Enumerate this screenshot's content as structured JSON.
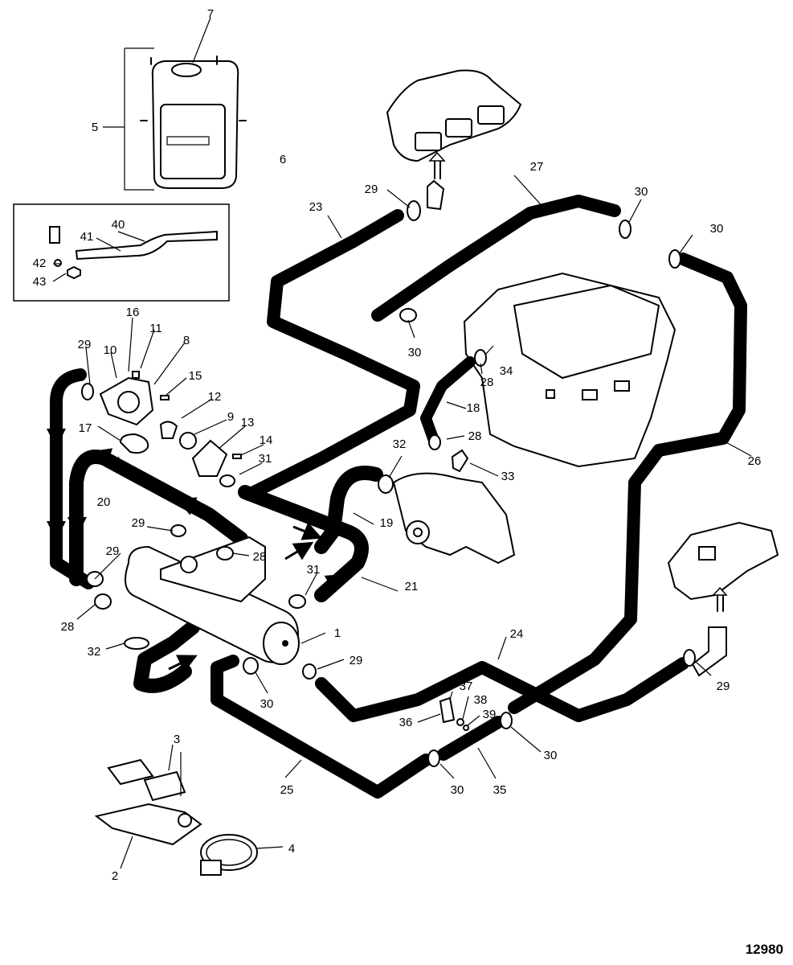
{
  "diagram": {
    "reference_number": "12980",
    "callouts": [
      "1",
      "2",
      "3",
      "4",
      "5",
      "6",
      "7",
      "8",
      "9",
      "10",
      "11",
      "12",
      "13",
      "14",
      "15",
      "16",
      "17",
      "18",
      "19",
      "20",
      "21",
      "23",
      "24",
      "25",
      "26",
      "27",
      "28",
      "29",
      "30",
      "31",
      "32",
      "33",
      "34",
      "35",
      "36",
      "37",
      "38",
      "39",
      "40",
      "41",
      "42",
      "43"
    ],
    "callout_instances": [
      {
        "text": "7"
      },
      {
        "text": "5"
      },
      {
        "text": "6"
      },
      {
        "text": "27"
      },
      {
        "text": "30"
      },
      {
        "text": "29"
      },
      {
        "text": "23"
      },
      {
        "text": "30"
      },
      {
        "text": "40"
      },
      {
        "text": "41"
      },
      {
        "text": "42"
      },
      {
        "text": "43"
      },
      {
        "text": "16"
      },
      {
        "text": "29"
      },
      {
        "text": "10"
      },
      {
        "text": "11"
      },
      {
        "text": "8"
      },
      {
        "text": "30"
      },
      {
        "text": "28"
      },
      {
        "text": "34"
      },
      {
        "text": "15"
      },
      {
        "text": "18"
      },
      {
        "text": "12"
      },
      {
        "text": "9"
      },
      {
        "text": "17"
      },
      {
        "text": "13"
      },
      {
        "text": "28"
      },
      {
        "text": "14"
      },
      {
        "text": "32"
      },
      {
        "text": "20"
      },
      {
        "text": "31"
      },
      {
        "text": "33"
      },
      {
        "text": "26"
      },
      {
        "text": "19"
      },
      {
        "text": "29"
      },
      {
        "text": "28"
      },
      {
        "text": "29"
      },
      {
        "text": "31"
      },
      {
        "text": "21"
      },
      {
        "text": "28"
      },
      {
        "text": "1"
      },
      {
        "text": "32"
      },
      {
        "text": "24"
      },
      {
        "text": "29"
      },
      {
        "text": "30"
      },
      {
        "text": "29"
      },
      {
        "text": "37"
      },
      {
        "text": "38"
      },
      {
        "text": "36"
      },
      {
        "text": "39"
      },
      {
        "text": "3"
      },
      {
        "text": "30"
      },
      {
        "text": "25"
      },
      {
        "text": "30"
      },
      {
        "text": "35"
      },
      {
        "text": "4"
      },
      {
        "text": "2"
      }
    ]
  }
}
